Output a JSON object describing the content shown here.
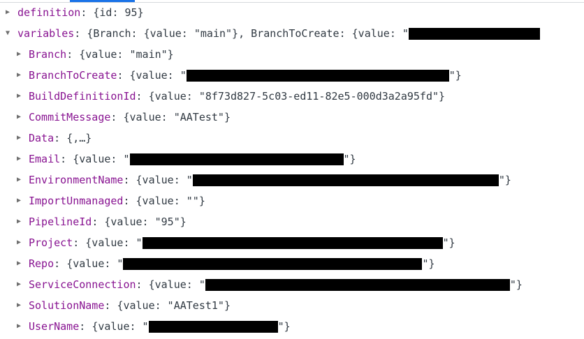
{
  "tabs": {
    "active_indicator_color": "#1a73e8"
  },
  "colors": {
    "key": "#881391",
    "text": "#303942",
    "arrow": "#6e6e6e",
    "redaction": "#000000"
  },
  "tree": {
    "definition": {
      "arrow": "▶",
      "key": "definition",
      "summary": "{id: 95}"
    },
    "variables": {
      "arrow": "▼",
      "key": "variables",
      "summary_prefix": "{Branch: {value: \"main\"}, BranchToCreate: {value: \""
    },
    "children": [
      {
        "arrow": "▶",
        "key": "Branch",
        "prefix": "{value: \"main\"}",
        "suffix": ""
      },
      {
        "arrow": "▶",
        "key": "BranchToCreate",
        "prefix": "{value: \"",
        "suffix": "\"}"
      },
      {
        "arrow": "▶",
        "key": "BuildDefinitionId",
        "prefix": "{value: \"8f73d827-5c03-ed11-82e5-000d3a2a95fd\"}",
        "suffix": ""
      },
      {
        "arrow": "▶",
        "key": "CommitMessage",
        "prefix": "{value: \"AATest\"}",
        "suffix": ""
      },
      {
        "arrow": "▶",
        "key": "Data",
        "prefix": "{,…}",
        "suffix": ""
      },
      {
        "arrow": "▶",
        "key": "Email",
        "prefix": "{value: \"",
        "suffix": "\"}"
      },
      {
        "arrow": "▶",
        "key": "EnvironmentName",
        "prefix": "{value: \"",
        "suffix": "\"}"
      },
      {
        "arrow": "▶",
        "key": "ImportUnmanaged",
        "prefix": "{value: \"\"}",
        "suffix": ""
      },
      {
        "arrow": "▶",
        "key": "PipelineId",
        "prefix": "{value: \"95\"}",
        "suffix": ""
      },
      {
        "arrow": "▶",
        "key": "Project",
        "prefix": "{value: \"",
        "suffix": "\"}"
      },
      {
        "arrow": "▶",
        "key": "Repo",
        "prefix": "{value: \"",
        "suffix": "\"}"
      },
      {
        "arrow": "▶",
        "key": "ServiceConnection",
        "prefix": "{value: \"",
        "suffix": "\"}"
      },
      {
        "arrow": "▶",
        "key": "SolutionName",
        "prefix": "{value: \"AATest1\"}",
        "suffix": ""
      },
      {
        "arrow": "▶",
        "key": "UserName",
        "prefix": "{value: \"",
        "suffix": "\"}"
      }
    ]
  }
}
